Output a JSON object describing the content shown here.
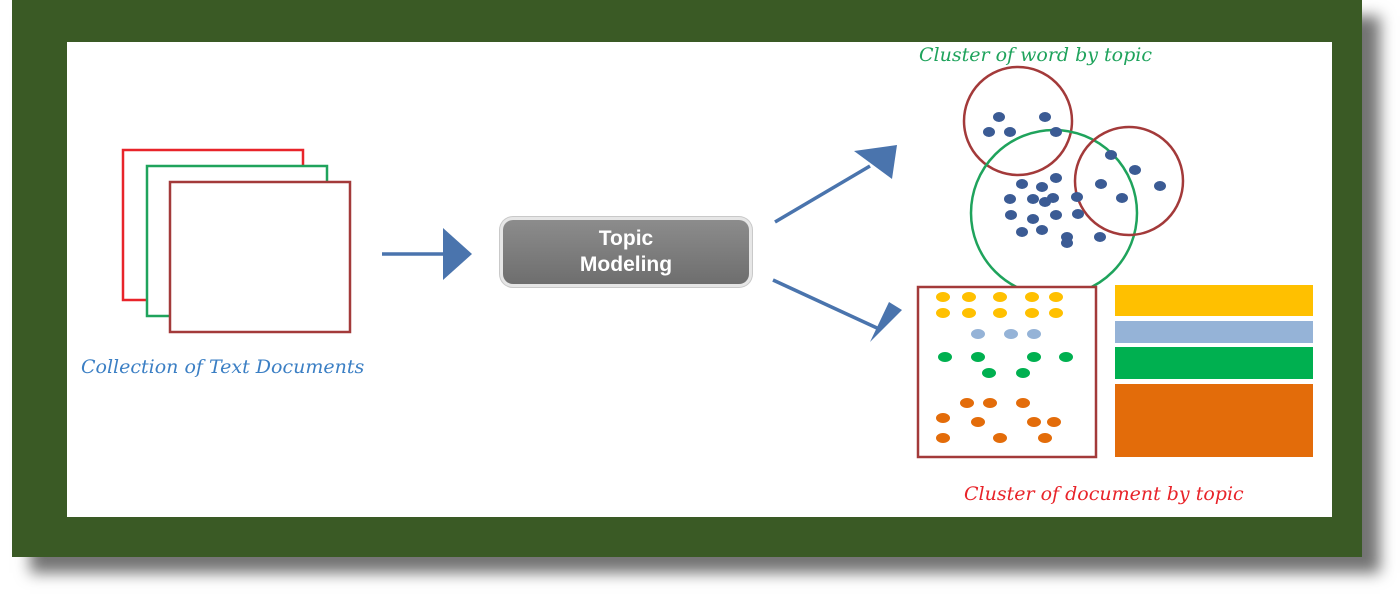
{
  "labels": {
    "documents": "Collection of Text Documents",
    "word_clusters": "Cluster of word by topic",
    "document_clusters": "Cluster of document by topic"
  },
  "topic_box": {
    "line1": "Topic",
    "line2": "Modeling"
  },
  "colors": {
    "frame": "#3a5a25",
    "label_blue": "#3b7fc4",
    "label_green": "#1fa35c",
    "label_red": "#e8242a",
    "arrow": "#4a74ad",
    "dot": "#3b5b94",
    "doc_red": "#e8242a",
    "doc_green": "#1fa35c",
    "doc_dark_red": "#a33a3a",
    "yellow": "#ffc000",
    "light_blue": "#95b3d7",
    "green": "#00b050",
    "orange": "#e36c0a"
  }
}
